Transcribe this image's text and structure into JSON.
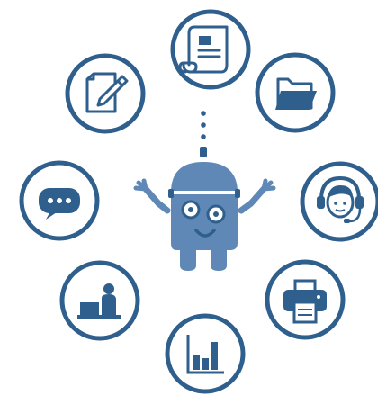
{
  "colors": {
    "primary": "#2f5f8d",
    "robot_fill": "#5f88b6",
    "robot_dark": "#2f5f8d",
    "light": "#ffffff",
    "bg": "#ffffff"
  },
  "center": {
    "icon": "robot-icon"
  },
  "nodes": [
    {
      "icon": "document-scroll-icon",
      "position": "top"
    },
    {
      "icon": "folder-icon",
      "position": "upper-right"
    },
    {
      "icon": "customer-support-headset-icon",
      "position": "right"
    },
    {
      "icon": "printer-icon",
      "position": "lower-right"
    },
    {
      "icon": "bar-chart-icon",
      "position": "bottom"
    },
    {
      "icon": "person-at-laptop-icon",
      "position": "lower-left"
    },
    {
      "icon": "chat-bubble-icon",
      "position": "left"
    },
    {
      "icon": "edit-document-icon",
      "position": "upper-left"
    }
  ]
}
